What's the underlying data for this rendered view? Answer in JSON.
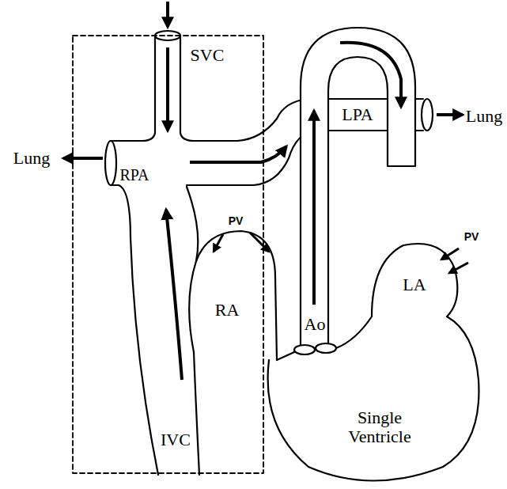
{
  "diagram": {
    "labels": [
      "SVC",
      "Lung",
      "RPA",
      "LPA",
      "Lung",
      "PV",
      "RA",
      "PV",
      "LA",
      "Ao",
      "IVC",
      "Single Ventricle"
    ]
  }
}
